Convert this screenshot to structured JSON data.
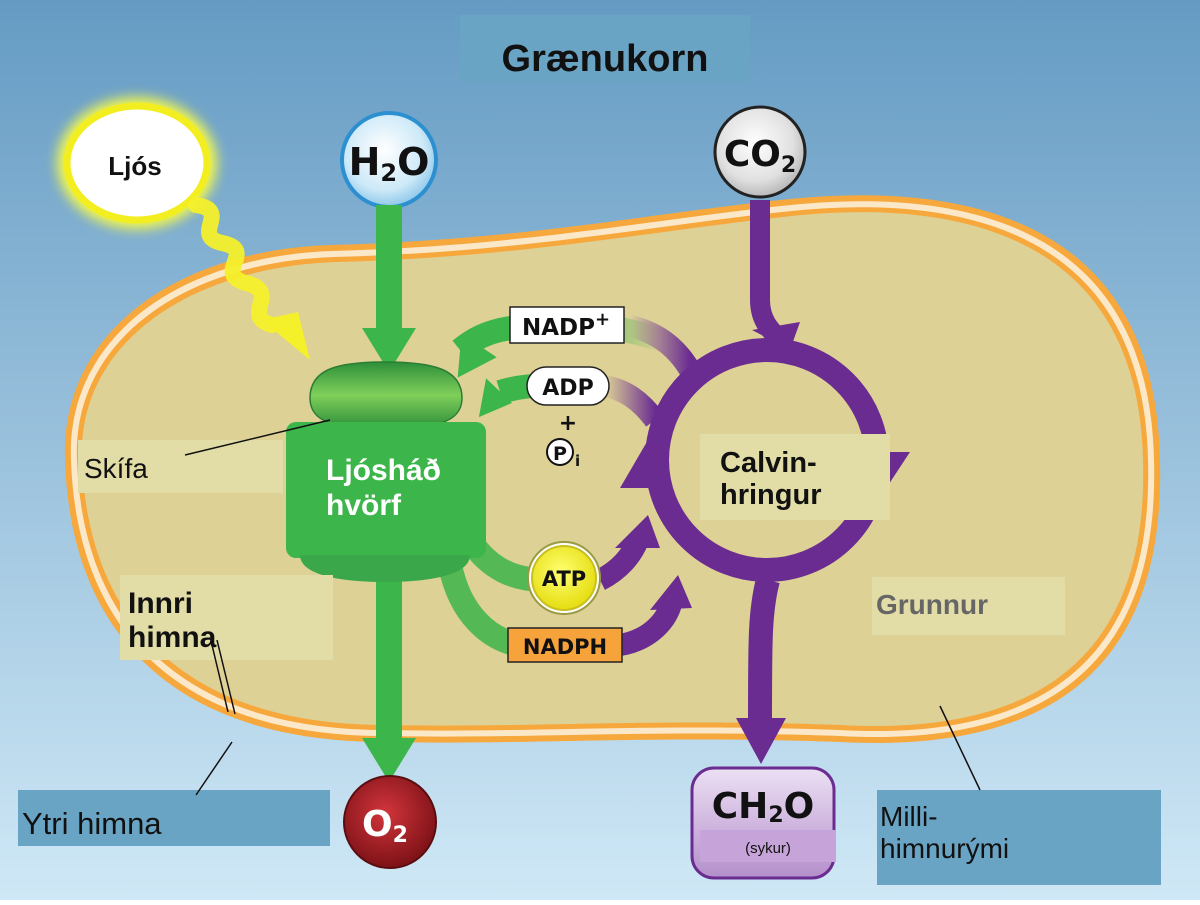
{
  "title": "Grænukorn",
  "light": "Ljós",
  "water": {
    "main": "H",
    "sub": "2",
    "tail": "O"
  },
  "co2": {
    "main": "CO",
    "sub": "2"
  },
  "oxygen": {
    "main": "O",
    "sub": "2"
  },
  "sugar": {
    "main": "CH",
    "sub": "2",
    "tail": "O",
    "note": "(sykur)"
  },
  "nadp": {
    "main": "NADP",
    "sup": "+"
  },
  "adp": "ADP",
  "plus": "+",
  "phosphate": {
    "main": "P",
    "sub": "i"
  },
  "atp": "ATP",
  "nadph": "NADPH",
  "light_reactions": [
    "Ljósháð",
    "hvörf"
  ],
  "calvin": [
    "Calvin-",
    "hringur"
  ],
  "labels": {
    "thylakoid": "Skífa",
    "inner_membrane": [
      "Innri",
      "himna"
    ],
    "stroma": "Grunnur",
    "outer_membrane": "Ytri himna",
    "intermembrane": [
      "Milli-",
      "himnurými"
    ]
  },
  "colors": {
    "background_top": "#6b9fc5",
    "background_bottom": "#cfe7f5",
    "stroma": "#ddd196",
    "membrane": "#f6a83c",
    "green": "#3cb54a",
    "purple": "#6a2c91",
    "atp": "#f2ec2c",
    "nadph": "#f6a33c",
    "oxygen": "#a01e24",
    "sugar": "#c6a3d8"
  }
}
